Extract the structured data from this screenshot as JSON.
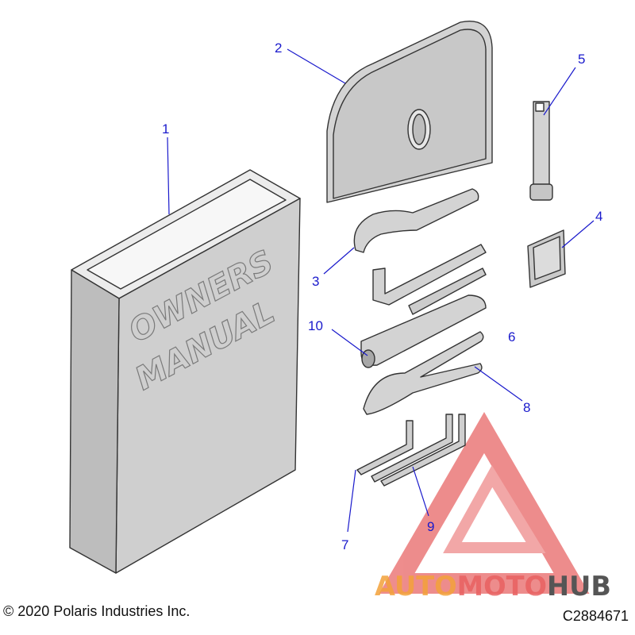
{
  "callouts": [
    "1",
    "2",
    "3",
    "4",
    "5",
    "6",
    "7",
    "8",
    "9",
    "10"
  ],
  "manual": {
    "line1": "OWNERS",
    "line2": "MANUAL"
  },
  "watermark": {
    "part1": "AUTO",
    "part2": "MOTO",
    "part3": "HUB"
  },
  "footer": {
    "copyright": "© 2020 Polaris Industries Inc.",
    "code": "C2884671"
  },
  "colors": {
    "callout": "#1a1acc",
    "part_fill": "#d3d3d3",
    "part_shadow": "#b0b0b0",
    "watermark_red": "#e03030",
    "watermark_orange": "#f2a13a",
    "watermark_gray": "#555555"
  },
  "icons": [
    "owners-manual",
    "tool-bag-flap",
    "spanner-wrench",
    "tool-pouch",
    "spark-plug-socket",
    "hex-key",
    "pliers",
    "allen-wrench-set",
    "socket-extension",
    "automotohub-logo"
  ]
}
